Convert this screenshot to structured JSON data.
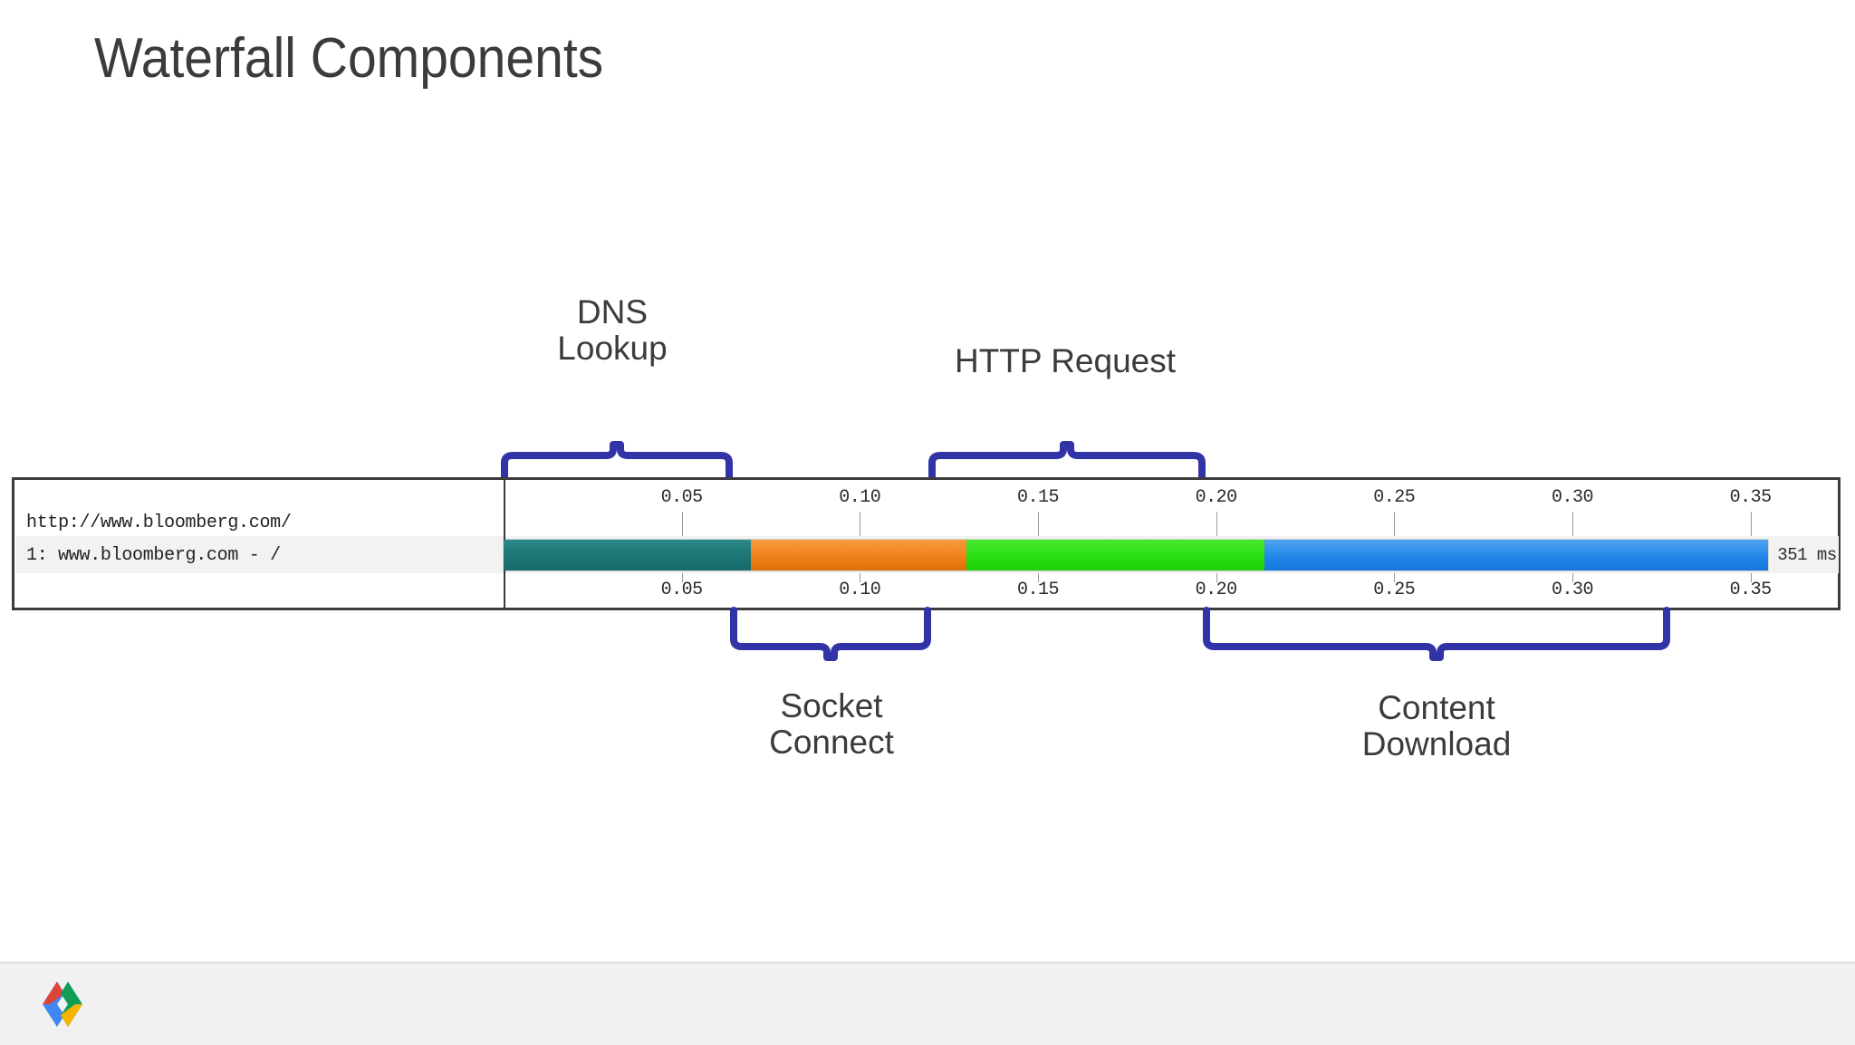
{
  "slide": {
    "title": "Waterfall Components",
    "accent_brace_color": "#3333a8",
    "label_color": "#3b3b3b"
  },
  "waterfall": {
    "url_header": "http://www.bloomberg.com/",
    "request_row": "1: www.bloomberg.com - /",
    "duration_label": "351 ms",
    "tick_labels": [
      "0.05",
      "0.10",
      "0.15",
      "0.20",
      "0.25",
      "0.30",
      "0.35"
    ],
    "segments": [
      {
        "name": "dns-lookup",
        "label": "DNS Lookup",
        "color": "#1f7777"
      },
      {
        "name": "socket-connect",
        "label": "Socket Connect",
        "color": "#f0821a"
      },
      {
        "name": "http-request",
        "label": "HTTP Request",
        "color": "#27df10"
      },
      {
        "name": "content-download",
        "label": "Content Download",
        "color": "#2287e8"
      }
    ]
  },
  "callouts": {
    "dns_lookup": "DNS\nLookup",
    "http_request": "HTTP Request",
    "socket_connect": "Socket\nConnect",
    "content_download": "Content\nDownload"
  },
  "chart_data": {
    "type": "bar",
    "title": "Waterfall Components",
    "xlabel": "",
    "ylabel": "",
    "orientation": "horizontal-stacked",
    "xlim": [
      0,
      0.3745
    ],
    "x_tick_values": [
      0.05,
      0.1,
      0.15,
      0.2,
      0.25,
      0.3,
      0.35
    ],
    "x_tick_labels": [
      "0.05",
      "0.10",
      "0.15",
      "0.20",
      "0.25",
      "0.30",
      "0.35"
    ],
    "x_unit": "seconds",
    "grid": true,
    "legend": "none",
    "total_label": "351 ms",
    "resource": "1: www.bloomberg.com - /",
    "categories": [
      "DNS Lookup",
      "Socket Connect",
      "HTTP Request",
      "Content Download"
    ],
    "series": [
      {
        "name": "timing",
        "values": [
          0.0695,
          0.0605,
          0.0835,
          0.1415
        ],
        "start_offsets": [
          0.0,
          0.0695,
          0.13,
          0.2135
        ],
        "colors": [
          "#1f7777",
          "#f0821a",
          "#27df10",
          "#2287e8"
        ]
      }
    ],
    "annotations": [
      {
        "text": "DNS Lookup",
        "span": [
          0.0,
          0.0695
        ],
        "position": "above"
      },
      {
        "text": "Socket Connect",
        "span": [
          0.0695,
          0.13
        ],
        "position": "below"
      },
      {
        "text": "HTTP Request",
        "span": [
          0.13,
          0.2135
        ],
        "position": "above"
      },
      {
        "text": "Content Download",
        "span": [
          0.2135,
          0.355
        ],
        "position": "below"
      }
    ]
  },
  "footer": {
    "logo_name": "google-developers-logo",
    "logo_colors": [
      "#db4437",
      "#4285f4",
      "#0f9d58",
      "#f4b400"
    ]
  }
}
